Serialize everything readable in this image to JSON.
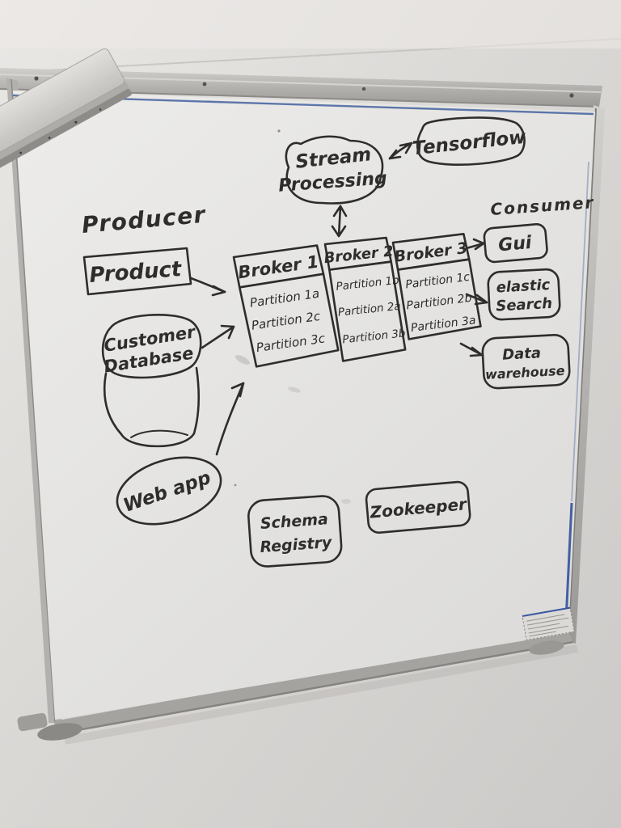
{
  "scene": {
    "description": "Photo of a whiteboard with a hand-drawn Kafka streaming architecture diagram",
    "marker_color": "#2e2d2b",
    "board_trim_color": "#44619f"
  },
  "diagram": {
    "producer_label": "Producer",
    "consumer_label": "Consumer",
    "product": {
      "label": "Product"
    },
    "customer_database": {
      "line1": "Customer",
      "line2": "Database"
    },
    "web_app": {
      "label": "Web app"
    },
    "stream_processing": {
      "line1": "Stream",
      "line2": "Processing"
    },
    "tensorflow": {
      "label": "Tensorflow"
    },
    "gui": {
      "label": "Gui"
    },
    "elastic_search": {
      "line1": "elastic",
      "line2": "Search"
    },
    "data_warehouse": {
      "line1": "Data",
      "line2": "warehouse"
    },
    "schema_registry": {
      "line1": "Schema",
      "line2": "Registry"
    },
    "zookeeper": {
      "label": "Zookeeper"
    },
    "brokers": [
      {
        "title": "Broker 1",
        "partitions": [
          "Partition 1a",
          "Partition 2c",
          "Partition 3c"
        ]
      },
      {
        "title": "Broker 2",
        "partitions": [
          "Partition 1b",
          "Partition 2a",
          "Partition 3b"
        ]
      },
      {
        "title": "Broker 3",
        "partitions": [
          "Partition 1c",
          "Partition 2b",
          "Partition 3a"
        ]
      }
    ]
  }
}
